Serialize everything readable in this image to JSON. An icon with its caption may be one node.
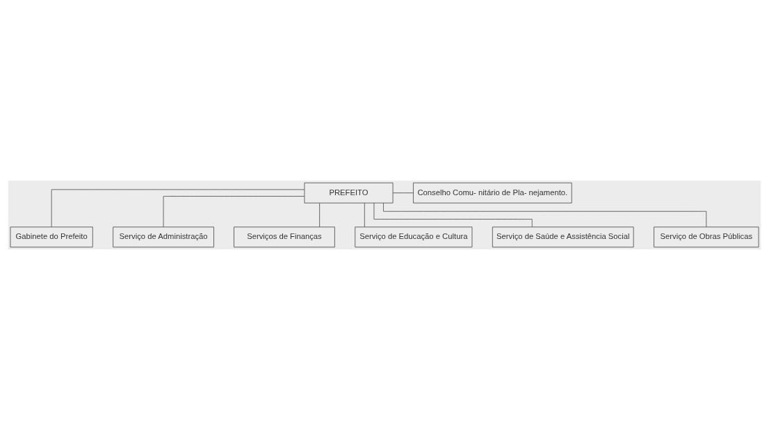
{
  "diagram": {
    "nodes": [
      {
        "text": [
          "PREFEITO"
        ]
      },
      {
        "text": [
          "Conselho Comu- nitário de Pla- nejamento."
        ]
      },
      {
        "text": [
          "Gabinete do Prefeito"
        ]
      },
      {
        "text": [
          "Serviço de Administração"
        ]
      },
      {
        "text": [
          "Serviços de Finanças"
        ]
      },
      {
        "text": [
          "Serviço de Educação e Cultura"
        ]
      },
      {
        "text": [
          "Serviço de Saúde e Assistência Social"
        ]
      },
      {
        "text": [
          "Serviço de Obras Públicas"
        ]
      }
    ],
    "edges": [
      {
        "from": 0,
        "to": 1,
        "arrow": "none"
      },
      {
        "from": 0,
        "to": 2,
        "arrow": "none"
      },
      {
        "from": 0,
        "to": 3,
        "arrow": "none"
      },
      {
        "from": 0,
        "to": 4,
        "arrow": "none"
      },
      {
        "from": 0,
        "to": 5,
        "arrow": "none"
      },
      {
        "from": 0,
        "to": 6,
        "arrow": "none"
      },
      {
        "from": 0,
        "to": 7,
        "arrow": "none"
      }
    ]
  }
}
